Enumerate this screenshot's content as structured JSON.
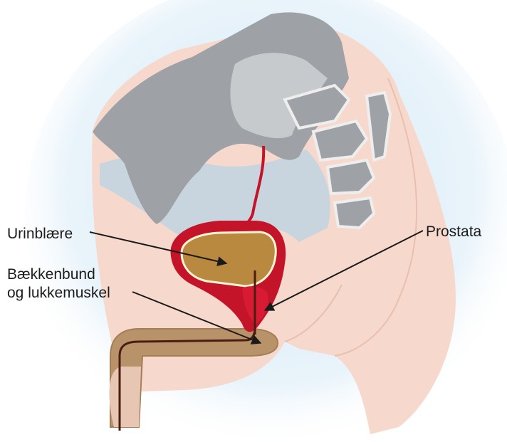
{
  "labels": {
    "bladder": "Urinblære",
    "prostate": "Prostata",
    "pelvic_floor_line1": "Bækkenbund",
    "pelvic_floor_line2": "og lukkemuskel"
  },
  "colors": {
    "background_glow": "#d9ecf7",
    "skin": "#f6d9cc",
    "skin_dark": "#efc9b9",
    "bone": "#9ea2a6",
    "bone_light": "#c7cacd",
    "organ_area": "#c9d5de",
    "bladder_wall": "#c4142a",
    "bladder_fill": "#b8893f",
    "urethra": "#4a1c12",
    "penis_fill": "#b89269",
    "arrow": "#1a1a1a"
  }
}
